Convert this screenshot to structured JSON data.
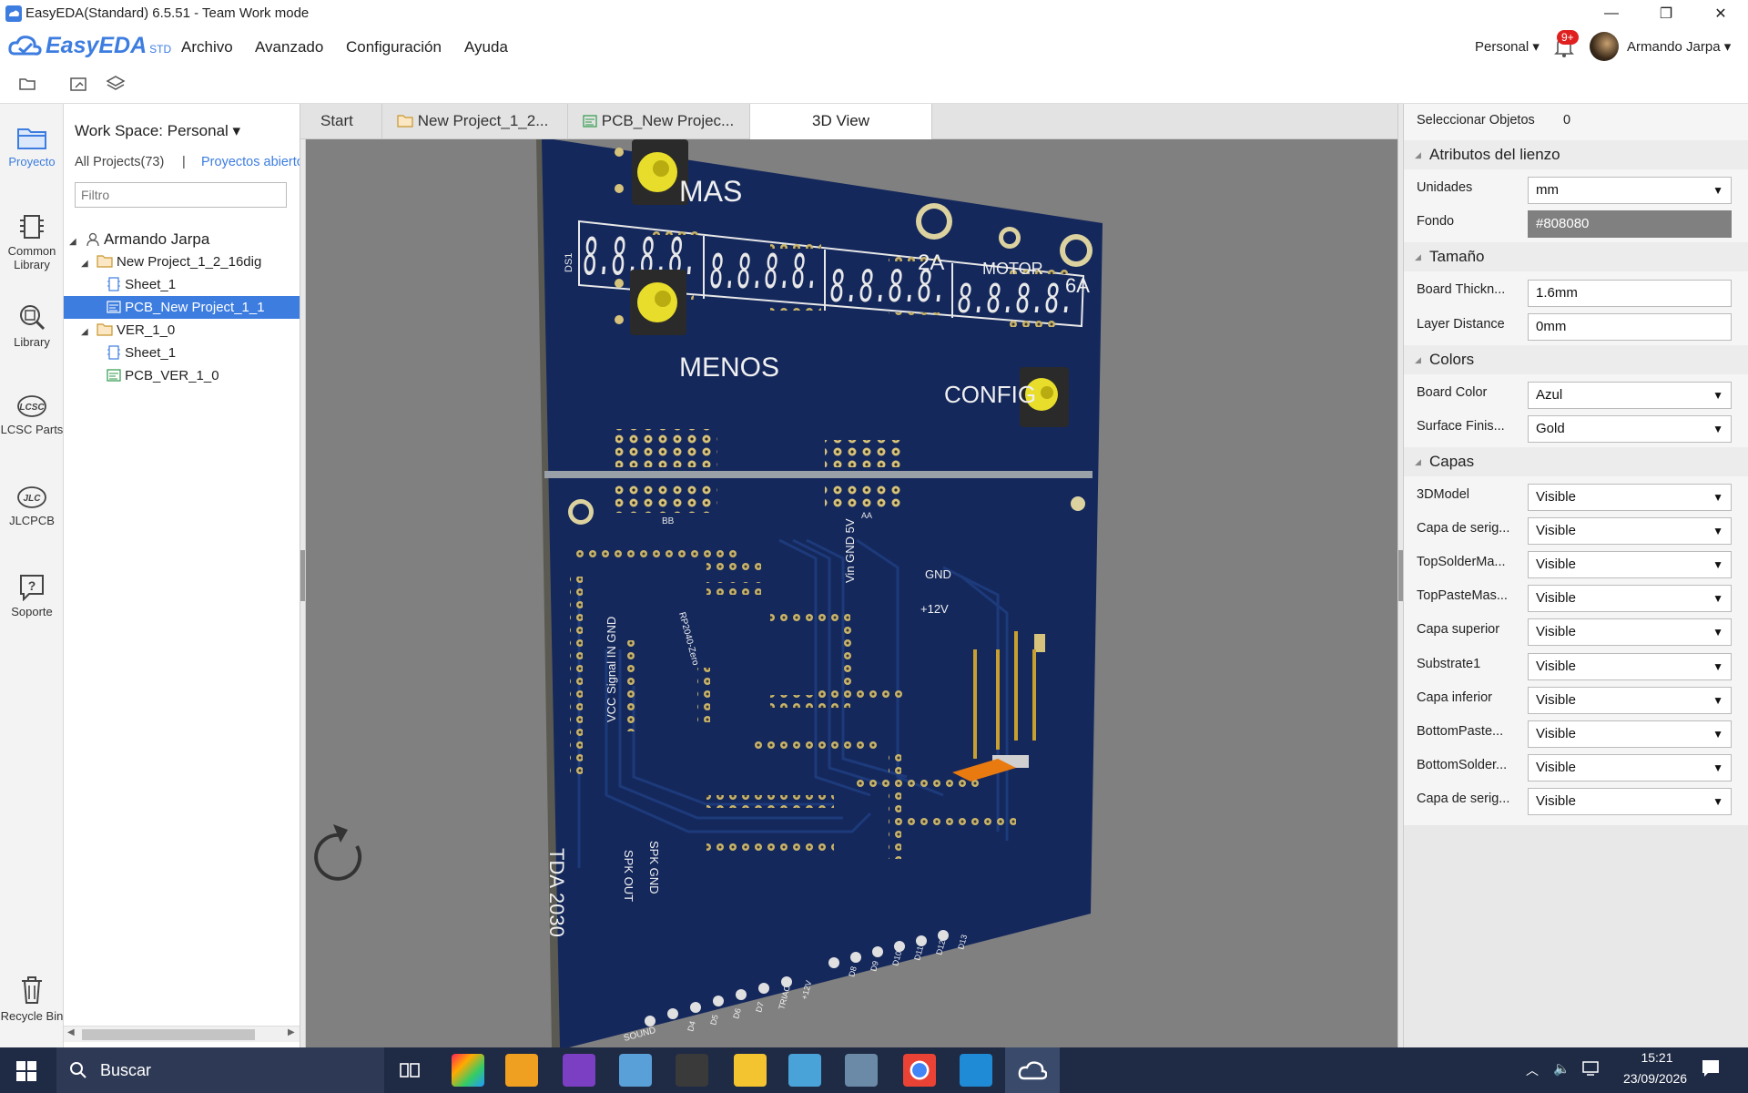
{
  "window": {
    "title": "EasyEDA(Standard) 6.5.51 - Team Work mode"
  },
  "logo": {
    "text": "EasyEDA",
    "suffix": "STD"
  },
  "menu": [
    "Archivo",
    "Avanzado",
    "Configuración",
    "Ayuda"
  ],
  "header_right": {
    "workspace": "Personal",
    "notifications": "9+",
    "user": "Armando Jarpa"
  },
  "left_nav": [
    {
      "label": "Proyecto",
      "icon": "folder-icon"
    },
    {
      "label": "Common Library",
      "icon": "chip-icon"
    },
    {
      "label": "Library",
      "icon": "library-search-icon"
    },
    {
      "label": "LCSC Parts",
      "icon": "lcsc-icon"
    },
    {
      "label": "JLCPCB",
      "icon": "jlcpcb-icon"
    },
    {
      "label": "Soporte",
      "icon": "help-icon"
    },
    {
      "label": "Recycle Bin",
      "icon": "trash-icon"
    }
  ],
  "project_panel": {
    "workspace_label": "Work Space: Personal",
    "all_projects": "All Projects(73)",
    "separator": "|",
    "open_projects": "Proyectos abierto",
    "filter_placeholder": "Filtro",
    "tree": [
      {
        "label": "Armando Jarpa",
        "type": "user"
      },
      {
        "label": "New Project_1_2_16dig",
        "type": "project"
      },
      {
        "label": "Sheet_1",
        "type": "schematic"
      },
      {
        "label": "PCB_New Project_1_1",
        "type": "pcb",
        "selected": true
      },
      {
        "label": "VER_1_0",
        "type": "project"
      },
      {
        "label": "Sheet_1",
        "type": "schematic"
      },
      {
        "label": "PCB_VER_1_0",
        "type": "pcb"
      }
    ]
  },
  "tabs": [
    {
      "label": "Start"
    },
    {
      "label": "New Project_1_2..."
    },
    {
      "label": "PCB_New Projec..."
    },
    {
      "label": "3D View",
      "active": true
    }
  ],
  "board_labels": {
    "mas": "MAS",
    "menos": "MENOS",
    "config": "CONFIG",
    "a2": "2A",
    "motor": "MOTOR",
    "a6": "6A",
    "digits": "8.8.8.8.",
    "ds1": "DS1",
    "bb": "BB",
    "aa": "AA",
    "gnd": "GND",
    "v12": "+12V",
    "tda": "TDA 2030",
    "spk_out": "SPK OUT",
    "spk_gnd": "SPK GND",
    "sound": "SOUND",
    "vcc_signal": "VCC Signal IN GND",
    "rp": "RP2040-Zero",
    "pins": [
      "D4",
      "D5",
      "D6",
      "D7",
      "TRIAC",
      "+12V",
      "D8",
      "D9",
      "D10",
      "D11",
      "D12",
      "D13"
    ]
  },
  "right_panel": {
    "select_label": "Seleccionar Objetos",
    "select_count": "0",
    "sections": {
      "canvas": "Atributos del lienzo",
      "size": "Tamaño",
      "colors": "Colors",
      "layers": "Capas"
    },
    "units": {
      "label": "Unidades",
      "value": "mm"
    },
    "background": {
      "label": "Fondo",
      "value": "#808080"
    },
    "thickness": {
      "label": "Board Thickn...",
      "value": "1.6mm"
    },
    "layer_distance": {
      "label": "Layer Distance",
      "value": "0mm"
    },
    "board_color": {
      "label": "Board Color",
      "value": "Azul"
    },
    "surface": {
      "label": "Surface Finis...",
      "value": "Gold"
    },
    "layers": [
      {
        "label": "3DModel",
        "value": "Visible"
      },
      {
        "label": "Capa de serig...",
        "value": "Visible"
      },
      {
        "label": "TopSolderMa...",
        "value": "Visible"
      },
      {
        "label": "TopPasteMas...",
        "value": "Visible"
      },
      {
        "label": "Capa superior",
        "value": "Visible"
      },
      {
        "label": "Substrate1",
        "value": "Visible"
      },
      {
        "label": "Capa inferior",
        "value": "Visible"
      },
      {
        "label": "BottomPaste...",
        "value": "Visible"
      },
      {
        "label": "BottomSolder...",
        "value": "Visible"
      },
      {
        "label": "Capa de serig...",
        "value": "Visible"
      }
    ]
  },
  "taskbar": {
    "search": "Buscar",
    "time": "15:21",
    "date": "23/09/2026"
  },
  "colors": {
    "accent": "#3d7de0",
    "board": "#14285c",
    "canvas": "#808080",
    "taskbar": "#1f2a44"
  }
}
